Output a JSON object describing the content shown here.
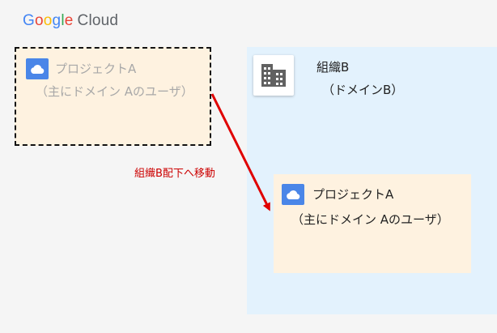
{
  "logo": {
    "text_google": "Google",
    "text_cloud": "Cloud"
  },
  "source_project": {
    "title": "プロジェクトA",
    "subtitle": "（主にドメイン Aのユーザ）",
    "icon": "cloud-icon"
  },
  "organization": {
    "name": "組織B",
    "domain": "（ドメインB）",
    "icon": "building-icon",
    "project": {
      "title": "プロジェクトA",
      "subtitle": "（主にドメイン Aのユーザ）",
      "icon": "cloud-icon"
    }
  },
  "move_arrow": {
    "label": "組織B配下へ移動",
    "color": "#e00000"
  },
  "colors": {
    "project_bg": "#fef2e0",
    "org_bg": "#e3f2fd",
    "cloud_badge": "#4a86e8",
    "arrow": "#e00000"
  }
}
